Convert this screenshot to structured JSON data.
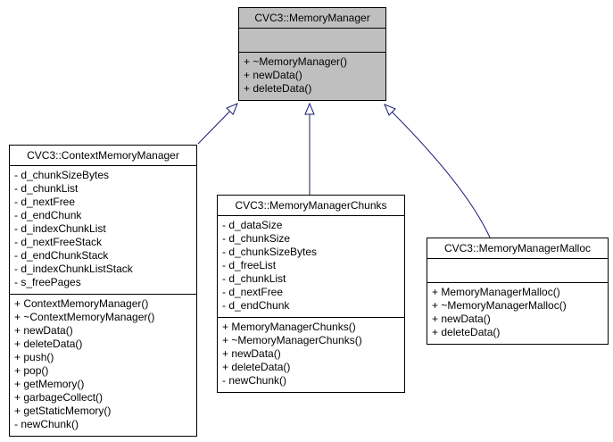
{
  "diagram": {
    "kind": "uml-class-inheritance-graph",
    "colors": {
      "background": "#ffffff",
      "node_fill": "#ffffff",
      "highlight_node_fill": "#bfbfbf",
      "node_border": "#000000",
      "edge": "#191970",
      "text": "#000000"
    },
    "classes": [
      {
        "title": "CVC3::MemoryManager",
        "attributes": [],
        "methods": [
          "+ ~MemoryManager()",
          "+ newData()",
          "+ deleteData()"
        ]
      },
      {
        "title": "CVC3::ContextMemoryManager",
        "attributes": [
          "- d_chunkSizeBytes",
          "- d_chunkList",
          "- d_nextFree",
          "- d_endChunk",
          "- d_indexChunkList",
          "- d_nextFreeStack",
          "- d_endChunkStack",
          "- d_indexChunkListStack",
          "- s_freePages"
        ],
        "methods": [
          "+ ContextMemoryManager()",
          "+ ~ContextMemoryManager()",
          "+ newData()",
          "+ deleteData()",
          "+ push()",
          "+ pop()",
          "+ getMemory()",
          "+ garbageCollect()",
          "+ getStaticMemory()",
          "- newChunk()"
        ]
      },
      {
        "title": "CVC3::MemoryManagerChunks",
        "attributes": [
          "- d_dataSize",
          "- d_chunkSize",
          "- d_chunkSizeBytes",
          "- d_freeList",
          "- d_chunkList",
          "- d_nextFree",
          "- d_endChunk"
        ],
        "methods": [
          "+ MemoryManagerChunks()",
          "+ ~MemoryManagerChunks()",
          "+ newData()",
          "+ deleteData()",
          "- newChunk()"
        ]
      },
      {
        "title": "CVC3::MemoryManagerMalloc",
        "attributes": [],
        "methods": [
          "+ MemoryManagerMalloc()",
          "+ ~MemoryManagerMalloc()",
          "+ newData()",
          "+ deleteData()"
        ]
      }
    ],
    "edges": [
      {
        "from": "CVC3::ContextMemoryManager",
        "to": "CVC3::MemoryManager",
        "type": "public-inheritance"
      },
      {
        "from": "CVC3::MemoryManagerChunks",
        "to": "CVC3::MemoryManager",
        "type": "public-inheritance"
      },
      {
        "from": "CVC3::MemoryManagerMalloc",
        "to": "CVC3::MemoryManager",
        "type": "public-inheritance"
      }
    ]
  }
}
